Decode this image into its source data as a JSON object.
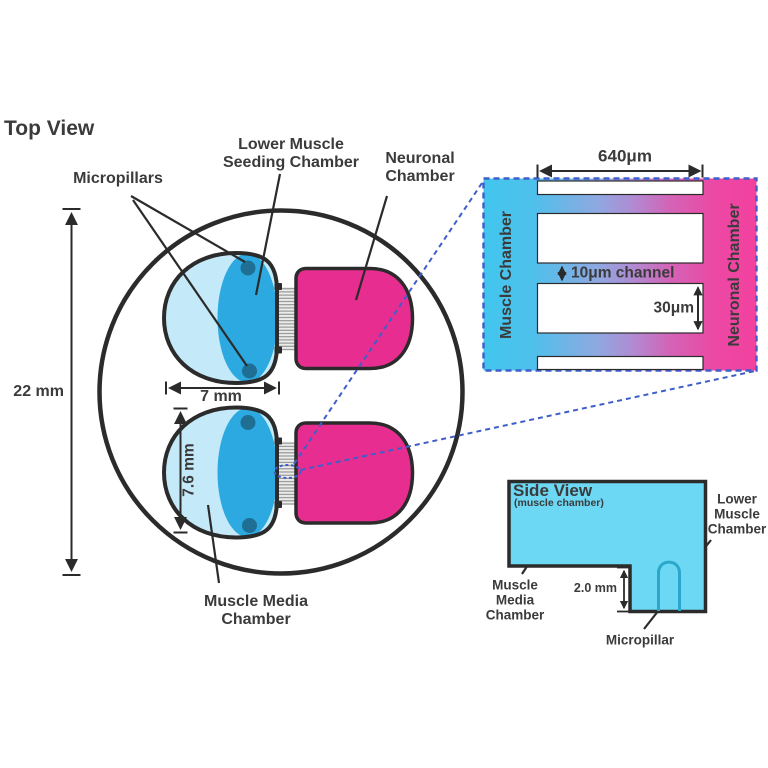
{
  "figure": {
    "title": "Top View",
    "colors": {
      "ink": "#2b2b2b",
      "text": "#3b3b3b",
      "muscle_media_light_blue": "#c4e9f8",
      "seeding_chamber_blue": "#2ba9e0",
      "micropillar_dot_teal": "#1f6e93",
      "neuronal_pink": "#e72e90",
      "side_view_cyan": "#6cd8f4",
      "inset_cyan": "#41c6ed",
      "inset_pink": "#f2419e",
      "zoom_dashed_blue": "#3e5ec9"
    }
  },
  "top_view": {
    "labels": {
      "micropillars": "Micropillars",
      "seeding_line1": "Lower Muscle",
      "seeding_line2": "Seeding Chamber",
      "neuronal_line1": "Neuronal",
      "neuronal_line2": "Chamber",
      "media_line1": "Muscle Media",
      "media_line2": "Chamber"
    },
    "dimensions": {
      "dish_diameter": "22 mm",
      "device_width": "7 mm",
      "device_height": "7.6 mm"
    }
  },
  "channel_inset": {
    "width_dim": "640μm",
    "left_chamber": "Muscle Chamber",
    "right_chamber": "Neuronal Chamber",
    "channel_dim": "10μm channel",
    "barrier_dim": "30μm"
  },
  "side_view": {
    "title": "Side View",
    "subtitle": "(muscle chamber)",
    "lower_line1": "Lower",
    "lower_line2": "Muscle",
    "lower_line3": "Chamber",
    "media_line1": "Muscle",
    "media_line2": "Media",
    "media_line3": "Chamber",
    "depth_dim": "2.0 mm",
    "micropillar": "Micropillar"
  }
}
